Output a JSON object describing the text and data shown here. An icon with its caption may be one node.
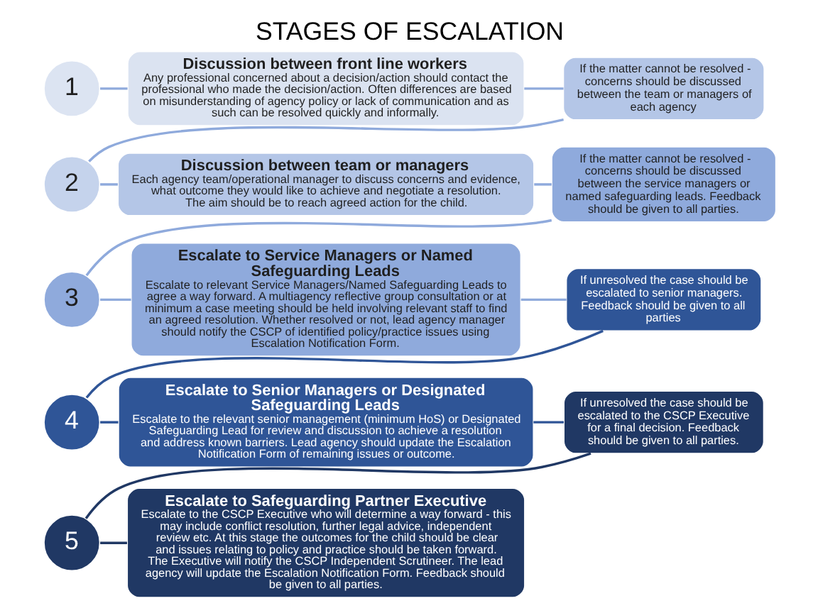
{
  "diagram": {
    "title": "STAGES OF ESCALATION",
    "nodes": [
      {
        "text": [
          "1"
        ]
      },
      {
        "text": [
          "Discussion between front line workers",
          "Any professional concerned about a decision/action should contact the professional who made the decision/action. Often differences are based on misunderstanding of agency policy or lack of communication and as such can be resolved quickly and informally."
        ]
      },
      {
        "text": [
          "If the matter cannot be resolved - concerns should be discussed between the team or managers of each agency"
        ]
      },
      {
        "text": [
          "2"
        ]
      },
      {
        "text": [
          "Discussion between team or managers",
          "Each agency team/operational manager to discuss concerns and evidence, what outcome they would like to achieve and negotiate a resolution. The aim should be to reach agreed action for the child."
        ]
      },
      {
        "text": [
          "If the matter cannot be resolved - concerns should be discussed between the service managers or named safeguarding leads. Feedback should be given to all parties."
        ]
      },
      {
        "text": [
          "3"
        ]
      },
      {
        "text": [
          "Escalate to Service Managers or Named Safeguarding Leads",
          "Escalate to relevant Service Managers/Named Safeguarding Leads to agree a way forward. A multiagency reflective group consultation or at minimum a case meeting should be held involving relevant staff to find an agreed resolution. Whether resolved or not, lead agency manager should notify the CSCP of identified policy/practice issues using Escalation Notification Form."
        ]
      },
      {
        "text": [
          "If unresolved the case should be escalated to senior managers. Feedback should be given to all parties"
        ]
      },
      {
        "text": [
          "4"
        ]
      },
      {
        "text": [
          "Escalate to Senior Managers or Designated Safeguarding Leads",
          "Escalate to the relevant senior management (minimum HoS) or Designated Safeguarding Lead for review and discussion to achieve a resolution and address known barriers. Lead agency should update the Escalation Notification Form of remaining issues or outcome."
        ]
      },
      {
        "text": [
          "If unresolved the case should be escalated to the CSCP Executive for a final decision. Feedback should be given to all parties."
        ]
      },
      {
        "text": [
          "5"
        ]
      },
      {
        "text": [
          "Escalate to Safeguarding Partner Executive",
          "Escalate to the CSCP Executive who will determine a way forward - this may include conflict resolution, further legal advice, independent review etc. At this stage the outcomes for the child should be clear and issues relating to policy and practice should be taken forward. The Executive will notify the CSCP Independent Scrutineer. The lead agency will update the Escalation Notification Form. Feedback should be given to all parties."
        ]
      }
    ],
    "edges": [
      {
        "from": 0,
        "to": 1,
        "arrow": "none"
      },
      {
        "from": 1,
        "to": 2,
        "arrow": "none"
      },
      {
        "from": 2,
        "to": 3,
        "arrow": "none"
      },
      {
        "from": 3,
        "to": 4,
        "arrow": "none"
      },
      {
        "from": 4,
        "to": 5,
        "arrow": "none"
      },
      {
        "from": 5,
        "to": 6,
        "arrow": "none"
      },
      {
        "from": 6,
        "to": 7,
        "arrow": "none"
      },
      {
        "from": 7,
        "to": 8,
        "arrow": "none"
      },
      {
        "from": 8,
        "to": 9,
        "arrow": "none",
        "color": "#2f5597"
      },
      {
        "from": 9,
        "to": 10,
        "arrow": "none",
        "color": "#2f5597"
      },
      {
        "from": 10,
        "to": 11,
        "arrow": "none",
        "color": "#2f5597"
      },
      {
        "from": 11,
        "to": 12,
        "arrow": "none",
        "color": "#203864"
      },
      {
        "from": 12,
        "to": 13,
        "arrow": "none",
        "color": "#203864"
      }
    ]
  }
}
